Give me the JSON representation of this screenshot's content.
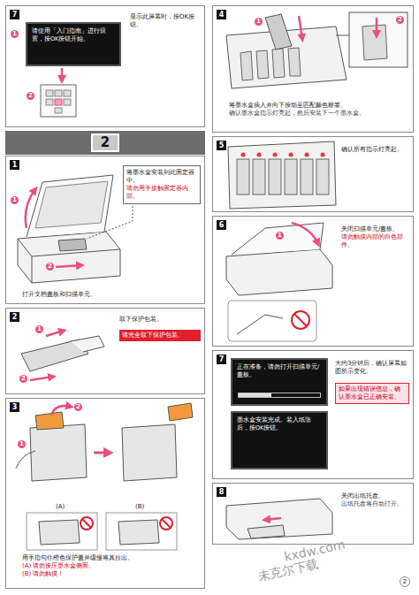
{
  "diagram": {
    "nodes": [
      {
        "text": [
          "7",
          "显示此屏幕时，按OK按钮。"
        ]
      },
      {
        "text": [
          "请使用「入门指南」进行设置，按OK按钮开始。"
        ],
        "in": 0
      },
      {
        "text": [
          "2"
        ]
      },
      {
        "text": [
          "1",
          "打开文档盖板和扫描单元。"
        ]
      },
      {
        "text": [
          "将墨水盒安装到此固定器中。",
          "请勿用手接触固定器内部。"
        ],
        "in": 3
      },
      {
        "text": [
          "2",
          "取下保护包装。"
        ]
      },
      {
        "text": [
          "请完全取下保护包装。"
        ],
        "in": 5
      },
      {
        "text": [
          "3",
          "用手指勾住橙色保护盖并缓慢将其拉出。",
          "(A) 请勿按压墨水盒侧面。",
          "(B) 请勿触摸！"
        ]
      },
      {
        "text": [
          "4",
          "将墨水盒插入并向下按动至匹配颜色标签。",
          "确认墨水盒指示灯亮起，然后安装下一个墨水盒。"
        ]
      },
      {
        "text": [
          "5",
          "确认所有指示灯亮起。"
        ]
      },
      {
        "text": [
          "6",
          "关闭扫描单元/盖板。",
          "请勿触摸内部的白色部件。"
        ]
      },
      {
        "text": [
          "7",
          "大约3分钟后，确认屏幕如图所示变化。"
        ]
      },
      {
        "text": [
          "如果出现错误信息，确认墨水盒已正确安装。"
        ],
        "in": 11
      },
      {
        "text": [
          "正在准备，请勿打开扫描单元/盖板。"
        ],
        "in": 11
      },
      {
        "text": [
          "墨水盒安装完成。装入纸张后，按OK按钮。"
        ],
        "in": 11
      },
      {
        "text": [
          "8",
          "关闭出纸托盘。",
          "出纸托盘将自动打开。"
        ]
      }
    ],
    "labels": [
      "1",
      "2",
      "1",
      "2",
      "1",
      "2",
      "1",
      "2",
      "(A)",
      "(B)",
      "1",
      "2",
      "1",
      "kxdw.com",
      "未克尔下载",
      "2"
    ]
  }
}
